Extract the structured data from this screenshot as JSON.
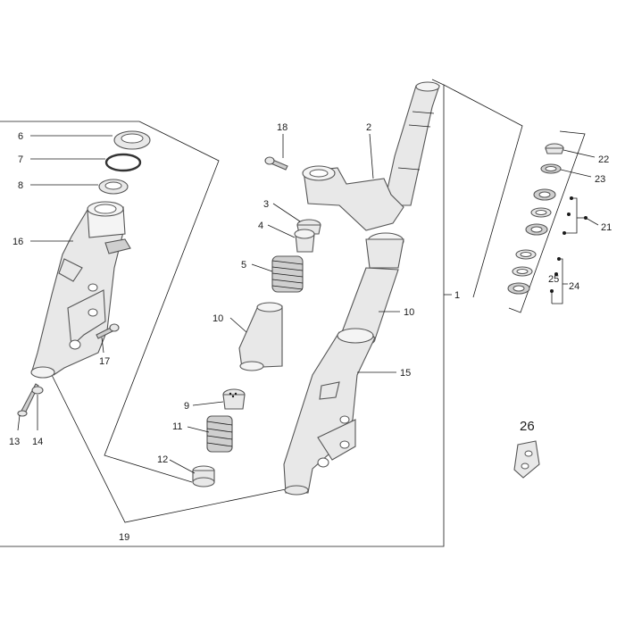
{
  "diagram": {
    "callouts": {
      "p1": "1",
      "p2": "2",
      "p3": "3",
      "p4": "4",
      "p5": "5",
      "p6": "6",
      "p7": "7",
      "p8": "8",
      "p9": "9",
      "p10a": "10",
      "p10b": "10",
      "p11": "11",
      "p12": "12",
      "p13": "13",
      "p14": "14",
      "p15": "15",
      "p16": "16",
      "p17": "17",
      "p18": "18",
      "p19": "19",
      "p21": "21",
      "p22": "22",
      "p23": "23",
      "p24": "24",
      "p25": "25",
      "p26": "26"
    },
    "colors": {
      "line": "#1a1a1a",
      "part_fill": "#e8e8e8",
      "part_stroke": "#555555"
    }
  }
}
